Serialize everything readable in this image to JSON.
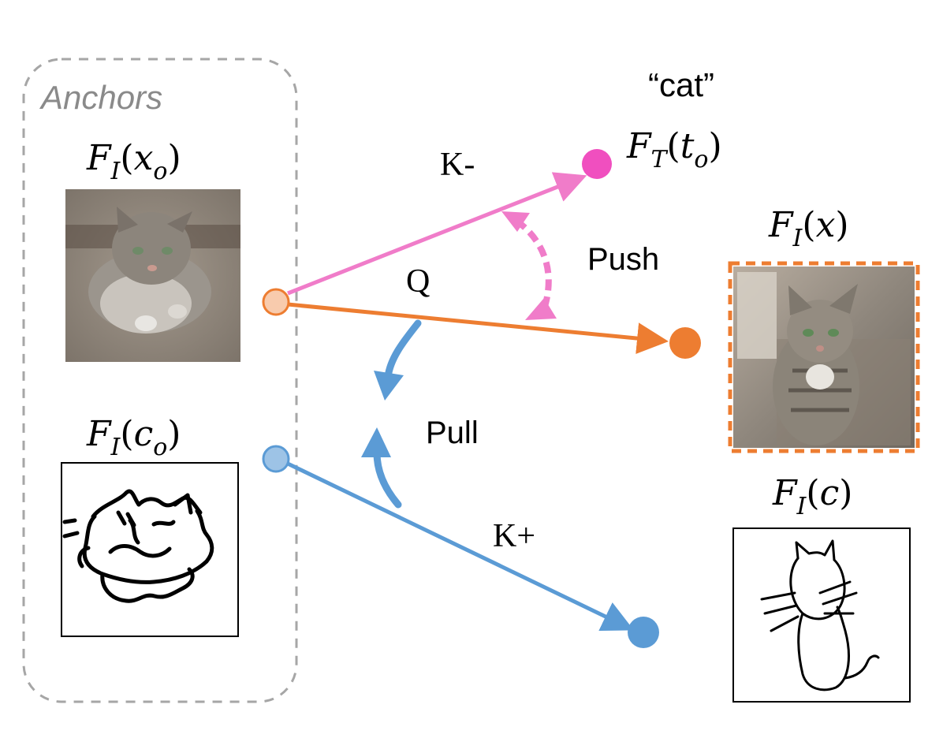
{
  "anchors": {
    "title": "Anchors",
    "image_label": {
      "func": "F",
      "func_sub": "I",
      "arg": "x",
      "arg_sub": "o"
    },
    "sketch_label": {
      "func": "F",
      "func_sub": "I",
      "arg": "c",
      "arg_sub": "o"
    }
  },
  "text_node": {
    "word": "“cat”",
    "label": {
      "func": "F",
      "func_sub": "T",
      "arg": "t",
      "arg_sub": "o"
    }
  },
  "target_image": {
    "label": {
      "func": "F",
      "func_sub": "I",
      "arg": "x"
    }
  },
  "target_sketch": {
    "label": {
      "func": "F",
      "func_sub": "I",
      "arg": "c"
    }
  },
  "edges": {
    "k_minus": "K-",
    "query": "Q",
    "k_plus": "K+"
  },
  "forces": {
    "push": "Push",
    "pull": "Pull"
  },
  "colors": {
    "pink": "#f07cc9",
    "pink_dot": "#f04fbf",
    "orange": "#ed7d31",
    "orange_light": "#f8cbad",
    "blue": "#5b9bd5",
    "blue_light": "#9dc3e6",
    "gray_dash": "#a6a6a6"
  }
}
